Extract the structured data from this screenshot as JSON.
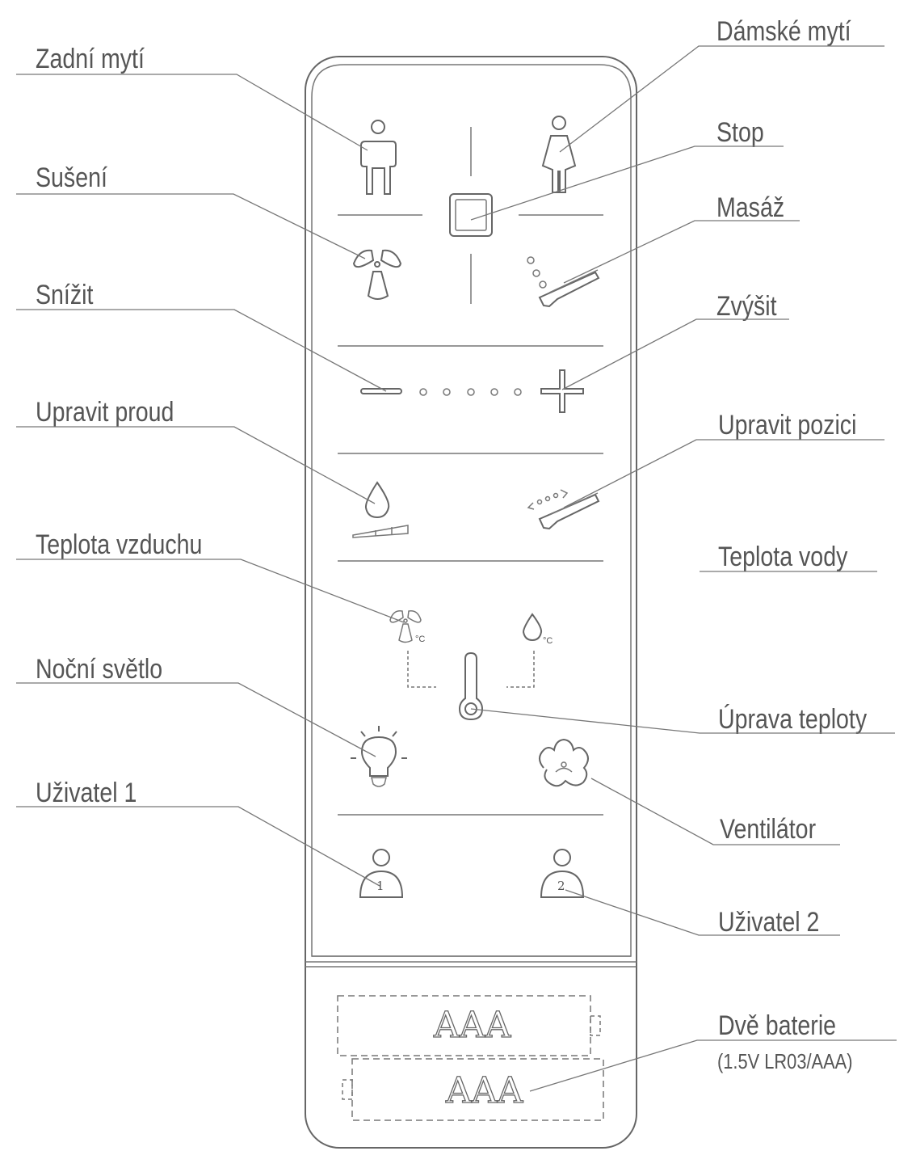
{
  "labels_left": {
    "rear_wash": "Zadní mytí",
    "drying": "Sušení",
    "decrease": "Snížit",
    "adjust_flow": "Upravit proud",
    "air_temp": "Teplota vzduchu",
    "night_light": "Noční světlo",
    "user1": "Uživatel 1"
  },
  "labels_right": {
    "lady_wash": "Dámské mytí",
    "stop": "Stop",
    "massage": "Masáž",
    "increase": "Zvýšit",
    "adjust_position": "Upravit pozici",
    "water_temp": "Teplota vody",
    "temp_adjust": "Úprava teploty",
    "fan": "Ventilátor",
    "user2": "Uživatel 2",
    "batteries": "Dvě baterie",
    "batteries_spec": "(1.5V LR03/AAA)"
  },
  "remote": {
    "battery1": "AAA",
    "battery2": "AAA",
    "user1_num": "1",
    "user2_num": "2",
    "deg_c": "°C"
  }
}
